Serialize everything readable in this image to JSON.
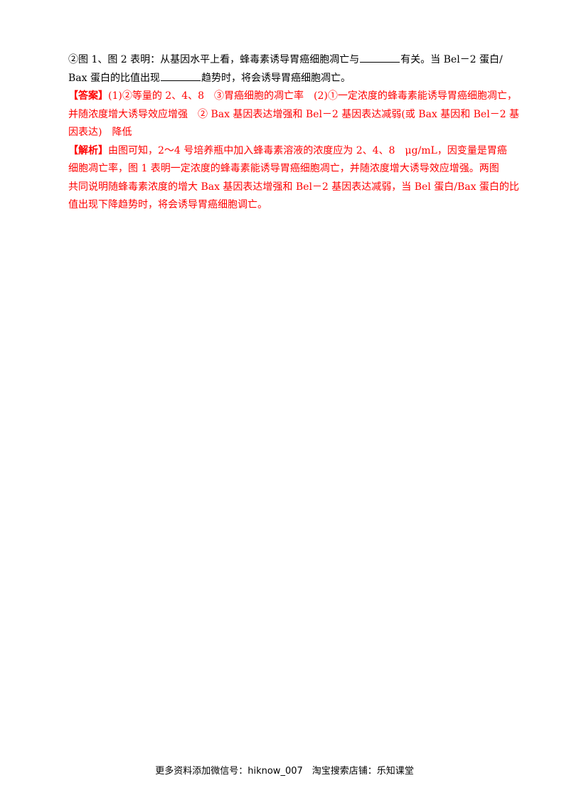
{
  "question": {
    "line1_part1": "②图 1、图 2 表明：从基因水平上看，蜂毒素诱导胃癌细胞凋亡与",
    "line1_part2": "有关。当 Bel－2 蛋白/",
    "line2_part1": "Bax 蛋白的比值出现",
    "line2_part2": "趋势时，将会诱导胃癌细胞凋亡。"
  },
  "answer": {
    "tag": "【答案】",
    "line1": "(1)②等量的 2、4、8　③胃癌细胞的凋亡率　(2)①一定浓度的蜂毒素能诱导胃癌细胞凋亡，",
    "line2": "并随浓度增大诱导效应增强　② Bax 基因表达增强和 Bel－2 基因表达减弱(或 Bax 基因和 Bel－2 基",
    "line3": "因表达)　降低"
  },
  "analysis": {
    "tag": "【解析】",
    "line1": "由图可知，2～4 号培养瓶中加入蜂毒素溶液的浓度应为 2、4、8　μg/mL，因变量是胃癌",
    "line2": "细胞凋亡率，图 1 表明一定浓度的蜂毒素能诱导胃癌细胞凋亡，并随浓度增大诱导效应增强。两图",
    "line3": "共同说明随蜂毒素浓度的增大 Bax 基因表达增强和 Bel－2 基因表达减弱，当 Bel 蛋白/Bax 蛋白的比",
    "line4": "值出现下降趋势时，将会诱导胃癌细胞调亡。"
  },
  "footer": {
    "text": "更多资料添加微信号：hiknow_007　淘宝搜索店铺：乐知课堂"
  },
  "colors": {
    "answer_text": "#ff0000",
    "body_text": "#000000"
  }
}
